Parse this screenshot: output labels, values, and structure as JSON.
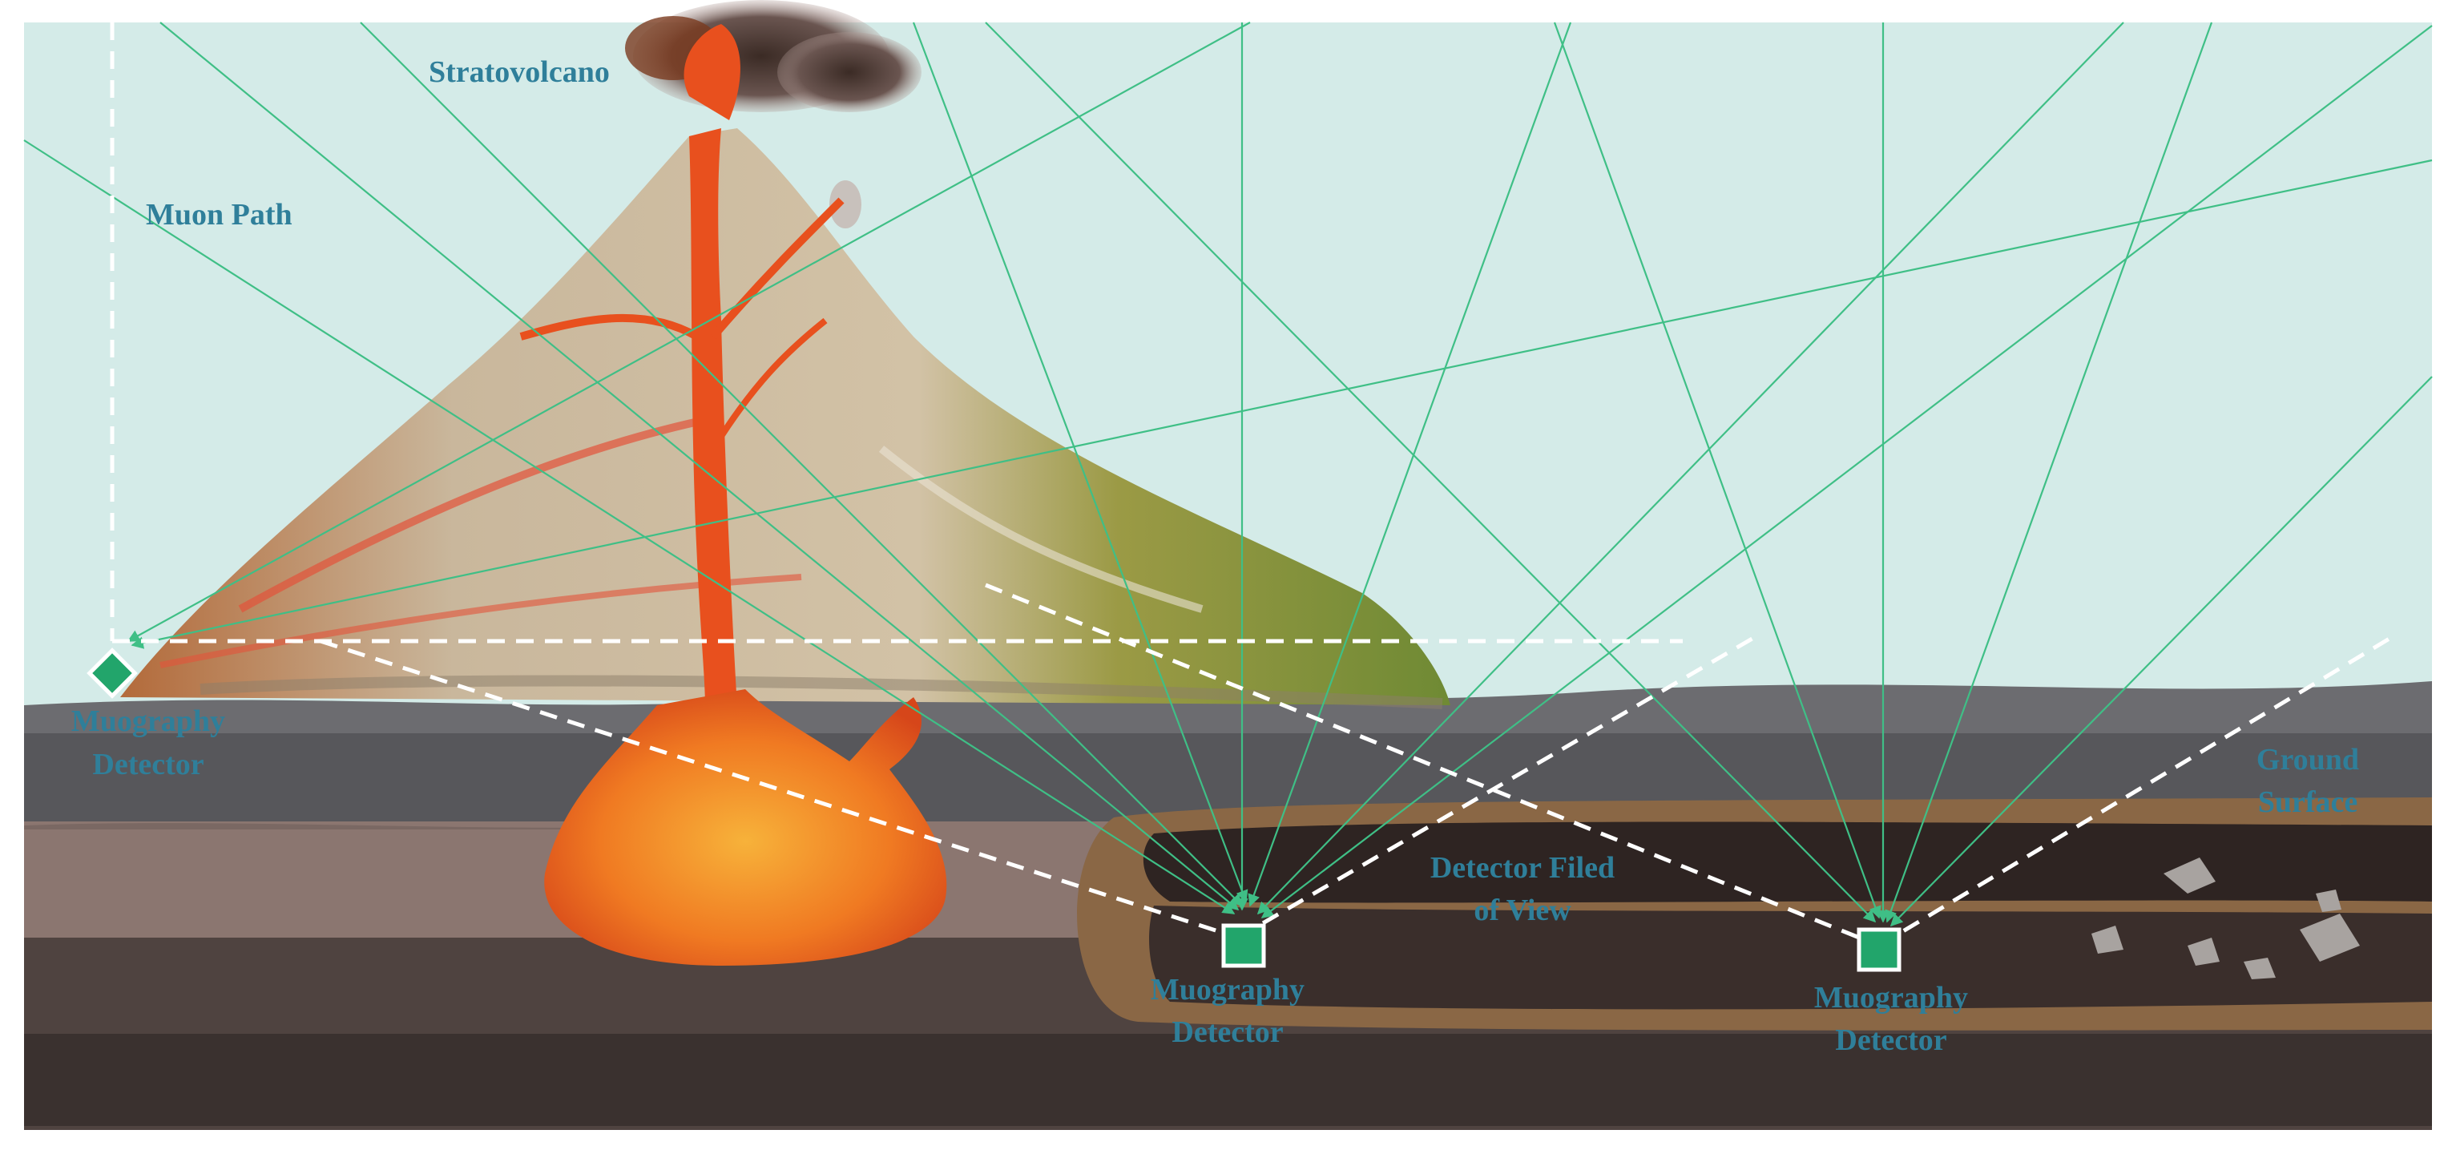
{
  "labels": {
    "stratovolcano": "Stratovolcano",
    "muon_path": "Muon Path",
    "detector_fov_line1": "Detector Filed",
    "detector_fov_line2": "of View",
    "ground_line1": "Ground",
    "ground_line2": "Surface",
    "detector_left_line1": "Muography",
    "detector_left_line2": "Detector",
    "detector_center_line1": "Muography",
    "detector_center_line2": "Detector",
    "detector_right_line1": "Muography",
    "detector_right_line2": "Detector"
  },
  "colors": {
    "sky": "#d4ebe8",
    "label": "#2f7f9a",
    "muon": "#3fbf86",
    "detector": "#22a56b",
    "lava": "#e8501e",
    "magma": "#f07a22",
    "ground_dark": "#4b3f3a",
    "ground_grey": "#67676a",
    "tunnel": "#8a6745",
    "cone": "#c9b79c",
    "moss": "#7f8f37"
  },
  "icons": {
    "detector_left": "diamond-detector-icon",
    "detector_center": "square-detector-icon",
    "detector_right": "square-detector-icon"
  }
}
